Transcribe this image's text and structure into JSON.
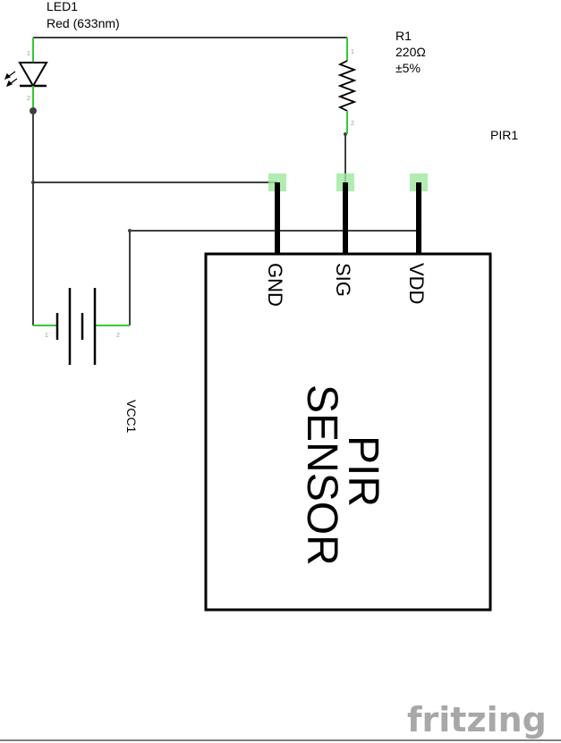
{
  "led": {
    "ref": "LED1",
    "value": "Red (633nm)",
    "pin1": "1",
    "pin2": "2"
  },
  "resistor": {
    "ref": "R1",
    "value": "220Ω",
    "tolerance": "±5%",
    "pin1": "1",
    "pin2": "2"
  },
  "battery": {
    "ref": "VCC1",
    "pin1": "1",
    "pin2": "2"
  },
  "pir": {
    "ref": "PIR1",
    "title_line1": "PIR",
    "title_line2": "SENSOR",
    "pins": [
      "GND",
      "SIG",
      "VDD"
    ]
  },
  "logo": "fritzing",
  "colors": {
    "wire": "#404040",
    "connected_pin": "#33cc33",
    "pad": "#9ee89e",
    "logo": "#a8a8a8"
  }
}
